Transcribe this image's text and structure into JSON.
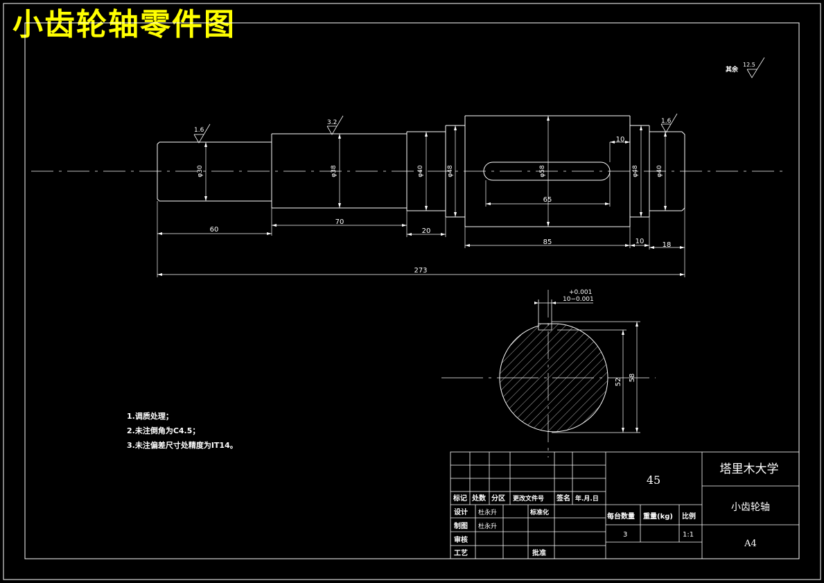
{
  "title": "小齿轮轴零件图",
  "roughness": {
    "other_label": "其余",
    "other_value": "12.5",
    "surf1": "1.6",
    "surf2": "3.2",
    "surf3": "1.6"
  },
  "diameters": {
    "d1": "φ30",
    "d2": "φ38",
    "d3": "φ40",
    "d4": "φ48",
    "d5": "φ58",
    "d6": "φ48",
    "d7": "φ40"
  },
  "lengths": {
    "l1": "60",
    "l2": "70",
    "l3": "20",
    "l4": "85",
    "l5": "10",
    "l6": "18",
    "total": "273",
    "key_len": "65",
    "key_offset": "10"
  },
  "section": {
    "tol_upper": "+0.001",
    "tol_main": "10−0.001",
    "dim1": "52",
    "dim2": "58"
  },
  "notes": [
    "1.调质处理；",
    "2.未注倒角为C4.5；",
    "3.未注偏差尺寸处精度为IT14。"
  ],
  "title_block": {
    "material": "45",
    "school": "塔里木大学",
    "part_name": "小齿轮轴",
    "sheet": "A4",
    "h_mark": "标记",
    "h_qty": "处数",
    "h_zone": "分区",
    "h_doc": "更改文件号",
    "h_sign": "签名",
    "h_date": "年.月.日",
    "design": "设计",
    "designer": "杜永升",
    "standard": "标准化",
    "draw": "制图",
    "drawer": "杜永升",
    "check": "审核",
    "process": "工艺",
    "approve": "批准",
    "qty_label": "每台数量",
    "weight_label": "重量(kg)",
    "scale_label": "比例",
    "qty_value": "3",
    "scale_value": "1:1"
  }
}
